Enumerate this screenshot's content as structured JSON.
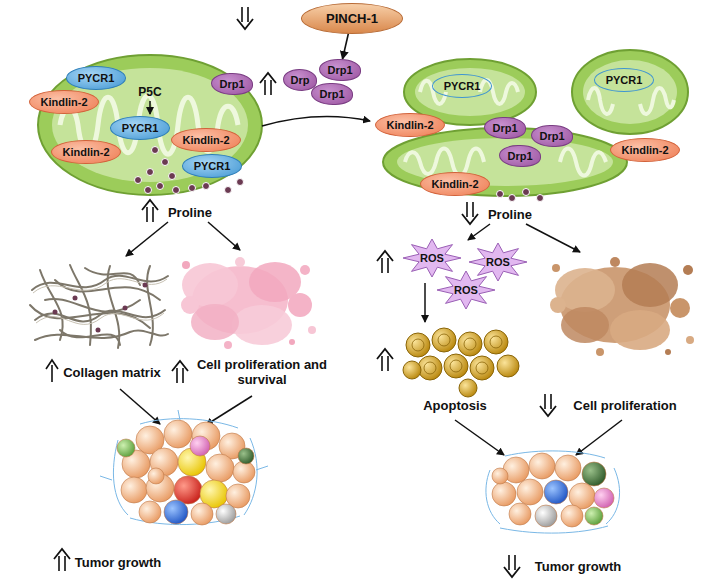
{
  "diagram": {
    "nodes": [
      {
        "text": [
          "PINCH-1"
        ]
      },
      {
        "text": [
          "PYCR1"
        ]
      },
      {
        "text": [
          "Kindlin-2"
        ]
      },
      {
        "text": [
          "Drp1"
        ]
      },
      {
        "text": [
          "PYCR1"
        ]
      },
      {
        "text": [
          "Kindlin-2"
        ]
      },
      {
        "text": [
          "Kindlin-2"
        ]
      },
      {
        "text": [
          "PYCR1"
        ]
      },
      {
        "text": [
          "Drp"
        ]
      },
      {
        "text": [
          "Drp1"
        ]
      },
      {
        "text": [
          "Drp1"
        ]
      },
      {
        "text": [
          "PYCR1"
        ]
      },
      {
        "text": [
          "PYCR1"
        ]
      },
      {
        "text": [
          "Kindlin-2"
        ]
      },
      {
        "text": [
          "Drp1"
        ]
      },
      {
        "text": [
          "Drp1"
        ]
      },
      {
        "text": [
          "Drp1"
        ]
      },
      {
        "text": [
          "Kindlin-2"
        ]
      },
      {
        "text": [
          "Kindlin-2"
        ]
      },
      {
        "text": [
          "ROS"
        ]
      },
      {
        "text": [
          "ROS"
        ]
      },
      {
        "text": [
          "ROS"
        ]
      }
    ],
    "edges": [
      {
        "from": 0,
        "to": 9,
        "arrow": "to"
      }
    ],
    "labels": [
      "P5C",
      "Proline",
      "Collagen matrix",
      "Cell proliferation and survival",
      "Tumor growth",
      "Proline",
      "Apoptosis",
      "Cell proliferation",
      "Tumor growth"
    ]
  }
}
